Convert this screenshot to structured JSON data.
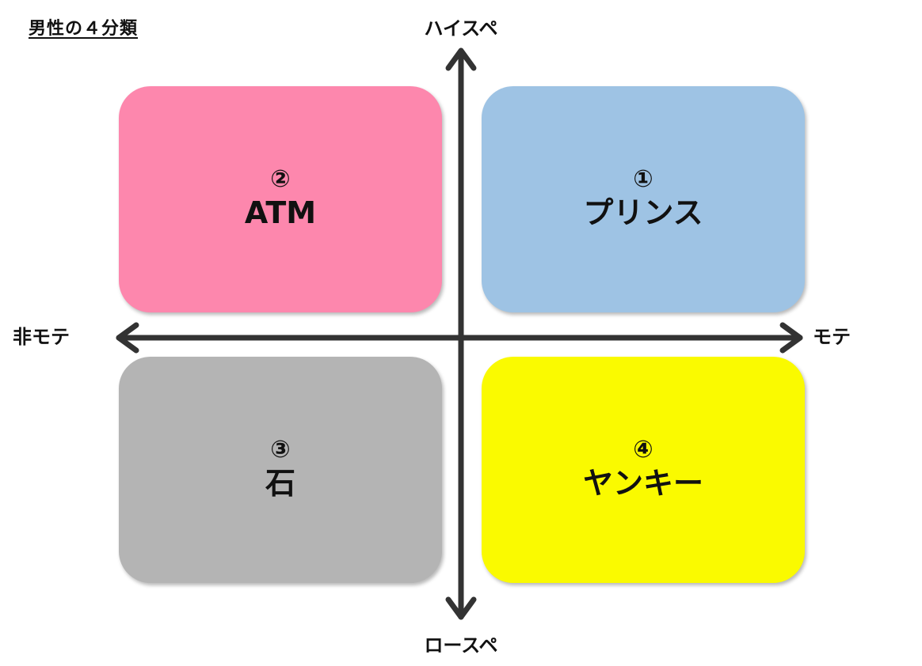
{
  "title": "男性の４分類",
  "axes": {
    "top": "ハイスペ",
    "bottom": "ロースペ",
    "left": "非モテ",
    "right": "モテ"
  },
  "quadrants": {
    "top_left": {
      "number": "②",
      "name": "ATM",
      "color": "#fd87ad"
    },
    "top_right": {
      "number": "①",
      "name": "プリンス",
      "color": "#9ec3e4"
    },
    "bottom_left": {
      "number": "③",
      "name": "石",
      "color": "#b4b4b4"
    },
    "bottom_right": {
      "number": "④",
      "name": "ヤンキー",
      "color": "#fafa00"
    }
  },
  "axis_color": "#333333"
}
